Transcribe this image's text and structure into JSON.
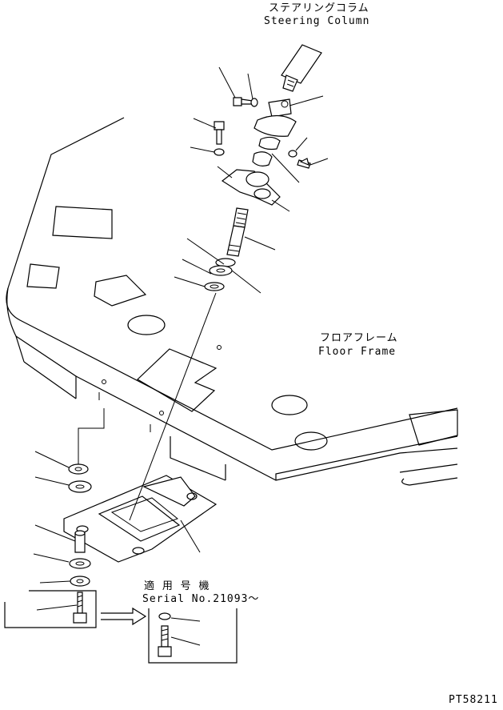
{
  "labels": {
    "steering_column_jp": "ステアリングコラム",
    "steering_column_en": "Steering Column",
    "floor_frame_jp": "フロアフレーム",
    "floor_frame_en": "Floor Frame",
    "serial_jp": "適 用 号 機",
    "serial_en": "Serial No.21093〜",
    "figure_code": "PT58211"
  },
  "colors": {
    "line": "#000000",
    "background": "#ffffff"
  }
}
